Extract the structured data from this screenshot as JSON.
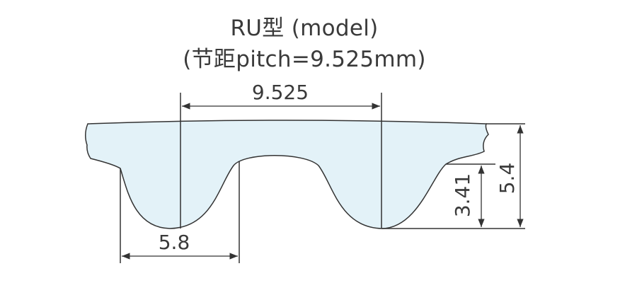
{
  "title": {
    "line1": "RU型 (model)",
    "line2": "(节距pitch=9.525mm)"
  },
  "dimensions": {
    "pitch": "9.525",
    "tooth_width": "5.8",
    "tooth_height": "3.41",
    "total_height": "5.4"
  },
  "colors": {
    "belt_fill": "#e3f2f8",
    "line": "#333333"
  }
}
